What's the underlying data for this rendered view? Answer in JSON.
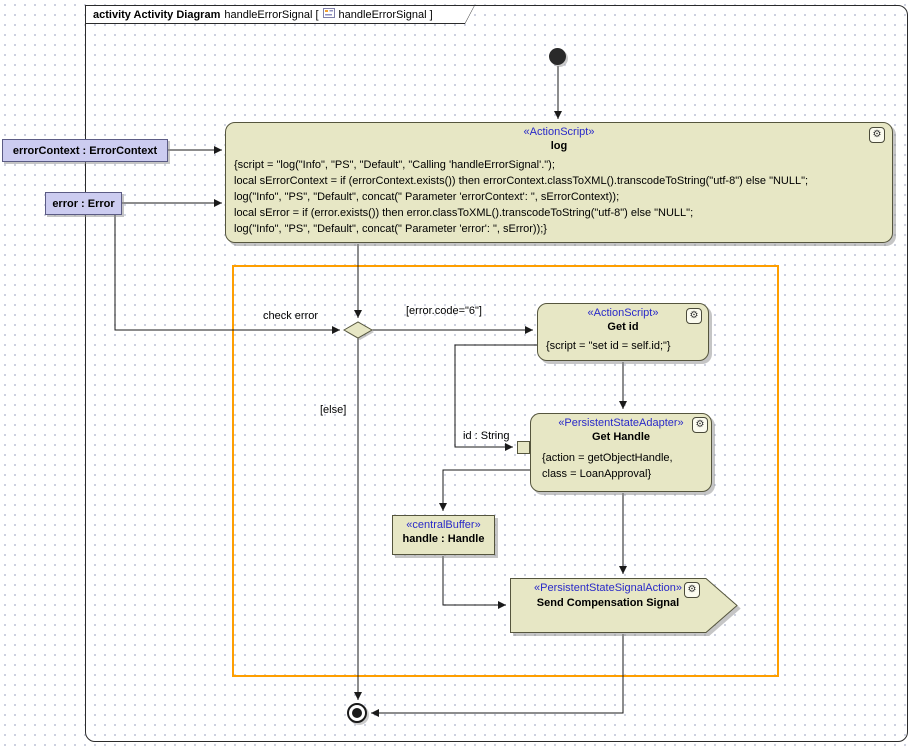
{
  "frame": {
    "kind_label": "activity Activity Diagram",
    "name_label": "handleErrorSignal [",
    "ref_label": "handleErrorSignal ]"
  },
  "nodes": {
    "error_context": {
      "label": "errorContext : ErrorContext"
    },
    "error": {
      "label": "error : Error"
    },
    "log": {
      "stereotype": "«ActionScript»",
      "name": "log",
      "script": [
        "{script = \"log(\"Info\", \"PS\", \"Default\", \"Calling 'handleErrorSignal'.\");",
        "local sErrorContext = if (errorContext.exists()) then errorContext.classToXML().transcodeToString(\"utf-8\") else \"NULL\";",
        "log(\"Info\", \"PS\", \"Default\", concat(\" Parameter 'errorContext': \", sErrorContext));",
        "local sError = if (error.exists()) then error.classToXML().transcodeToString(\"utf-8\") else \"NULL\";",
        "log(\"Info\", \"PS\", \"Default\", concat(\" Parameter 'error': \", sError));}"
      ]
    },
    "get_id": {
      "stereotype": "«ActionScript»",
      "name": "Get id",
      "script": [
        "{script = \"set id = self.id;\"}"
      ]
    },
    "get_handle": {
      "stereotype": "«PersistentStateAdapter»",
      "name": "Get Handle",
      "body": [
        "{action = getObjectHandle,",
        "class = LoanApproval}"
      ]
    },
    "central_buffer": {
      "stereotype": "«centralBuffer»",
      "name": "handle : Handle"
    },
    "send_signal": {
      "stereotype": "«PersistentStateSignalAction»",
      "name": "Send Compensation Signal"
    }
  },
  "edge_labels": {
    "check_error": "check error",
    "error_code_guard": "[error.code=\"6\"]",
    "else_guard": "[else]",
    "id_pin": "id : String"
  },
  "icons": {
    "script_icon": "gear-script-icon",
    "adapter_icon": "gear-adapter-icon",
    "diagram_icon": "activity-diagram-thumbnail-icon"
  },
  "colors": {
    "node_fill": "#e7e7c5",
    "node_border": "#55553d",
    "object_node_fill": "#ccccf0",
    "stereotype_text": "#2929c9",
    "region_border": "#ff9f00",
    "connector": "#1a1a1a"
  }
}
